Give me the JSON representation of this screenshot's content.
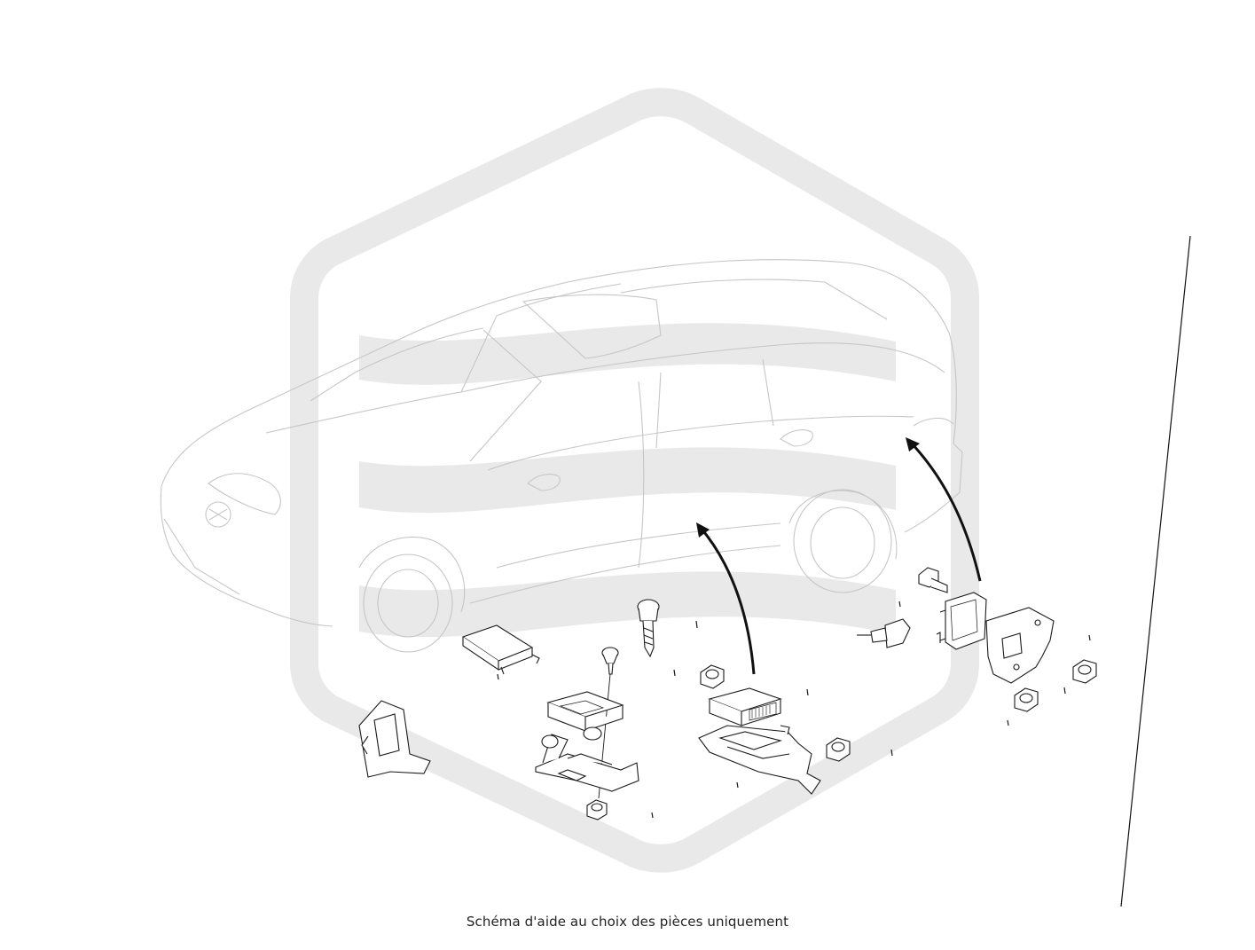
{
  "caption": "Schéma d'aide au choix des pièces uniquement",
  "colors": {
    "background": "#ffffff",
    "line": "#1a1a1a",
    "watermark": "#e9e9e9"
  },
  "icons": {
    "watermark": "brand-hexagon-logo",
    "vehicle": "car-outline",
    "arrows": "install-location-arrow"
  }
}
